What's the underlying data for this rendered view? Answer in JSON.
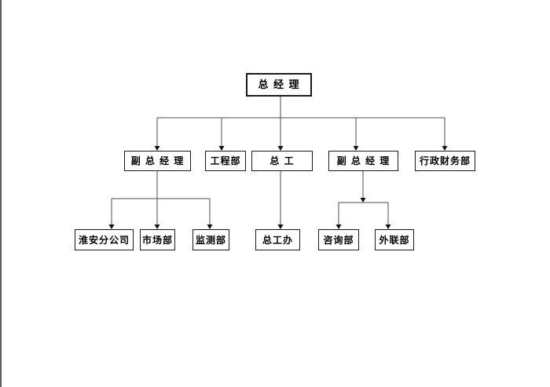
{
  "page": {
    "background": "#ffffff",
    "left_edge_color": "#5f5f5f"
  },
  "diagram": {
    "type": "org_chart",
    "line_color": "#4d4d4d",
    "box_border_color": "#1a1a1a",
    "text_color": "#000000",
    "nodes": {
      "general_manager": {
        "label": "总 经 理",
        "level": 1
      },
      "deputy_gm_1": {
        "label": "副 总 经 理",
        "level": 2
      },
      "engineering_dept": {
        "label": "工程部",
        "level": 2
      },
      "chief_engineer": {
        "label": "总 工",
        "level": 2
      },
      "deputy_gm_2": {
        "label": "副 总 经 理",
        "level": 2
      },
      "admin_finance_dept": {
        "label": "行政财务部",
        "level": 2
      },
      "huaian_branch": {
        "label": "淮安分公司",
        "level": 3
      },
      "marketing_dept": {
        "label": "市场部",
        "level": 3
      },
      "monitoring_dept": {
        "label": "监测部",
        "level": 3
      },
      "chief_engineer_office": {
        "label": "总工办",
        "level": 3
      },
      "consulting_dept": {
        "label": "咨询部",
        "level": 3
      },
      "external_liaison_dept": {
        "label": "外联部",
        "level": 3
      }
    },
    "hierarchy": [
      {
        "parent": "general_manager",
        "children": [
          "deputy_gm_1",
          "engineering_dept",
          "chief_engineer",
          "deputy_gm_2",
          "admin_finance_dept"
        ]
      },
      {
        "parent": "deputy_gm_1",
        "children": [
          "huaian_branch",
          "marketing_dept",
          "monitoring_dept"
        ]
      },
      {
        "parent": "chief_engineer",
        "children": [
          "chief_engineer_office"
        ]
      },
      {
        "parent": "deputy_gm_2",
        "children": [
          "consulting_dept",
          "external_liaison_dept"
        ]
      }
    ]
  }
}
